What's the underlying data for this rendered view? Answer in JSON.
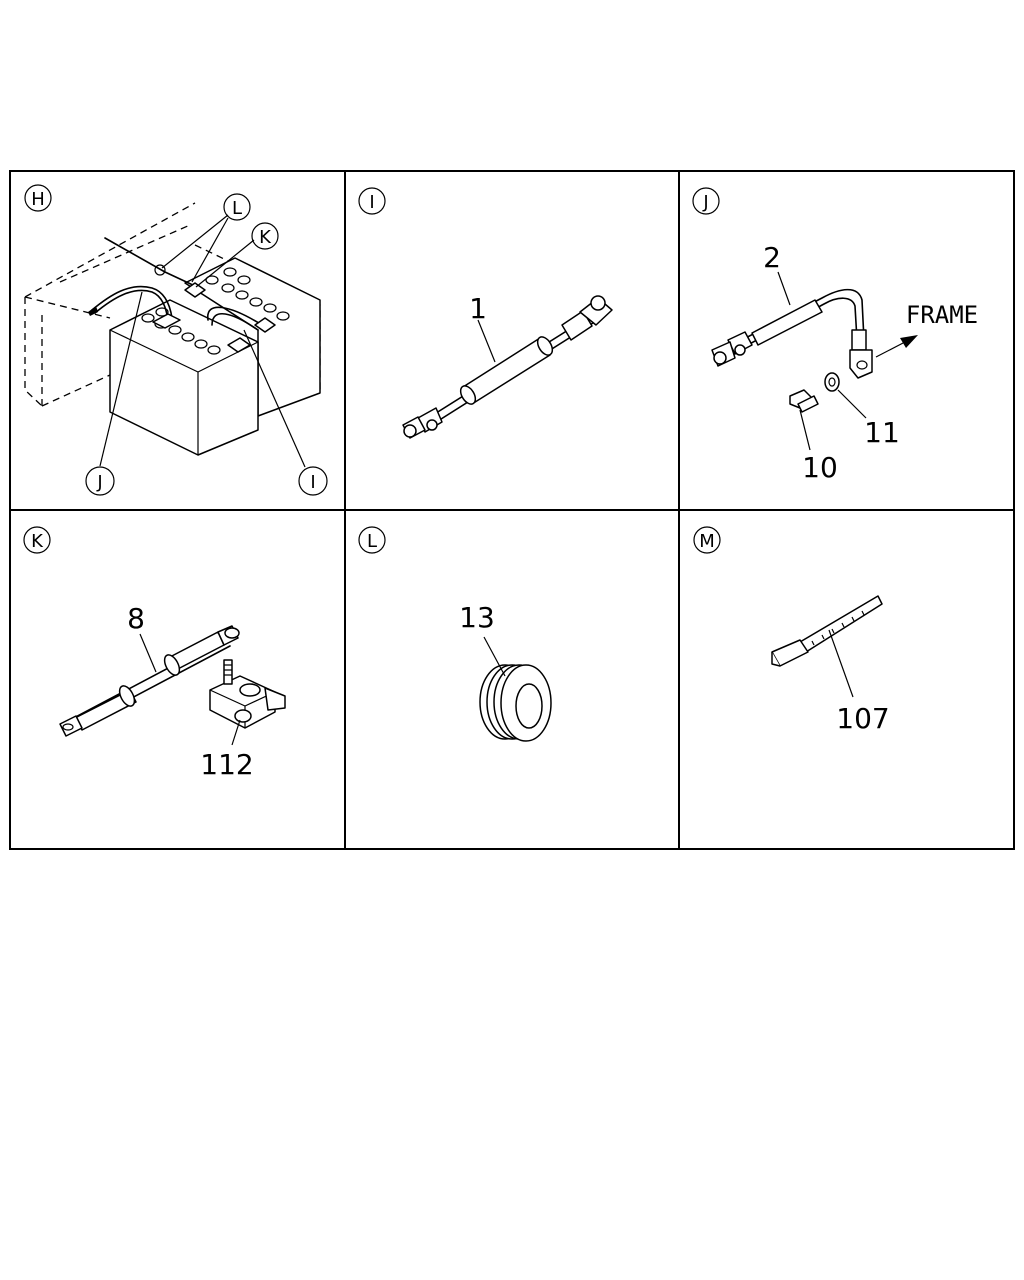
{
  "panels": [
    {
      "id": "H",
      "letter": "H",
      "callouts": [
        "L",
        "K",
        "J",
        "I"
      ]
    },
    {
      "id": "I",
      "letter": "I",
      "parts": [
        "1"
      ]
    },
    {
      "id": "J",
      "letter": "J",
      "parts": [
        "2",
        "11",
        "10"
      ],
      "direction_label": "FRAME"
    },
    {
      "id": "K",
      "letter": "K",
      "parts": [
        "8",
        "112"
      ]
    },
    {
      "id": "L",
      "letter": "L",
      "parts": [
        "13"
      ]
    },
    {
      "id": "M",
      "letter": "M",
      "parts": [
        "107"
      ]
    }
  ]
}
